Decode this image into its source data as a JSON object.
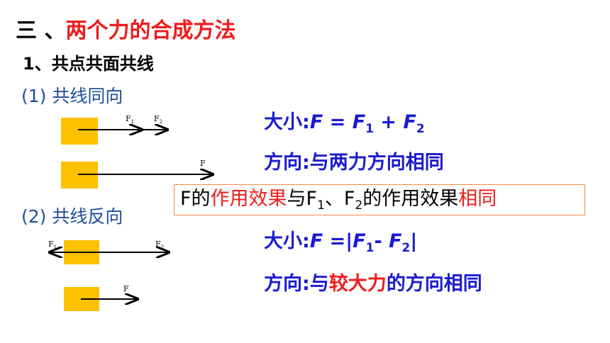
{
  "heading": {
    "number": "三 、",
    "title": "两个力的合成方法"
  },
  "section": "1、共点共面共线",
  "case_same": "(1) 共线同向",
  "case_opposite": "(2) 共线反向",
  "same_direction": {
    "magnitude_prefix": "大小:",
    "direction": "方向:与两力方向相同"
  },
  "opposite_direction": {
    "magnitude_prefix": "大小:",
    "direction_prefix": "方向:与",
    "direction_highlight": "较大力",
    "direction_suffix": "的方向相同"
  },
  "note": {
    "p1": "F的",
    "p2": "作用效果",
    "p3": "与F",
    "p4": "、F",
    "p5": "的作用效果",
    "p6": "相同"
  },
  "labels": {
    "F": "F",
    "F1": "F",
    "F2": "F",
    "sub1": "1",
    "sub2": "2"
  },
  "colors": {
    "title_red": "#ee1c1c",
    "formula_blue": "#1a1ad0",
    "case_blue": "#1f4e9a",
    "block_yellow": "#ffc000",
    "note_border": "#f08a4b"
  }
}
